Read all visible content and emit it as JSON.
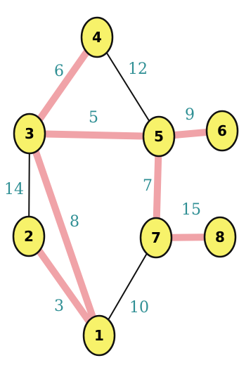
{
  "colors": {
    "node_fill": "#f7f26a",
    "node_stroke": "#111111",
    "tree_edge": "#f0a3a8",
    "other_edge": "#111111",
    "weight_text": "#2f8f94",
    "background": "#ffffff"
  },
  "nodes": [
    {
      "id": "1",
      "label": "1"
    },
    {
      "id": "2",
      "label": "2"
    },
    {
      "id": "3",
      "label": "3"
    },
    {
      "id": "4",
      "label": "4"
    },
    {
      "id": "5",
      "label": "5"
    },
    {
      "id": "6",
      "label": "6"
    },
    {
      "id": "7",
      "label": "7"
    },
    {
      "id": "8",
      "label": "8"
    }
  ],
  "edges": [
    {
      "id": "e-3-4",
      "from": "3",
      "to": "4",
      "weight": "6",
      "highlighted": true
    },
    {
      "id": "e-4-5",
      "from": "4",
      "to": "5",
      "weight": "12",
      "highlighted": false
    },
    {
      "id": "e-3-5",
      "from": "3",
      "to": "5",
      "weight": "5",
      "highlighted": true
    },
    {
      "id": "e-5-6",
      "from": "5",
      "to": "6",
      "weight": "9",
      "highlighted": true
    },
    {
      "id": "e-3-2",
      "from": "3",
      "to": "2",
      "weight": "14",
      "highlighted": false
    },
    {
      "id": "e-3-1",
      "from": "3",
      "to": "1",
      "weight": "8",
      "highlighted": true
    },
    {
      "id": "e-5-7",
      "from": "5",
      "to": "7",
      "weight": "7",
      "highlighted": true
    },
    {
      "id": "e-7-8",
      "from": "7",
      "to": "8",
      "weight": "15",
      "highlighted": true
    },
    {
      "id": "e-2-1",
      "from": "2",
      "to": "1",
      "weight": "3",
      "highlighted": true
    },
    {
      "id": "e-7-1",
      "from": "7",
      "to": "1",
      "weight": "10",
      "highlighted": false
    }
  ]
}
